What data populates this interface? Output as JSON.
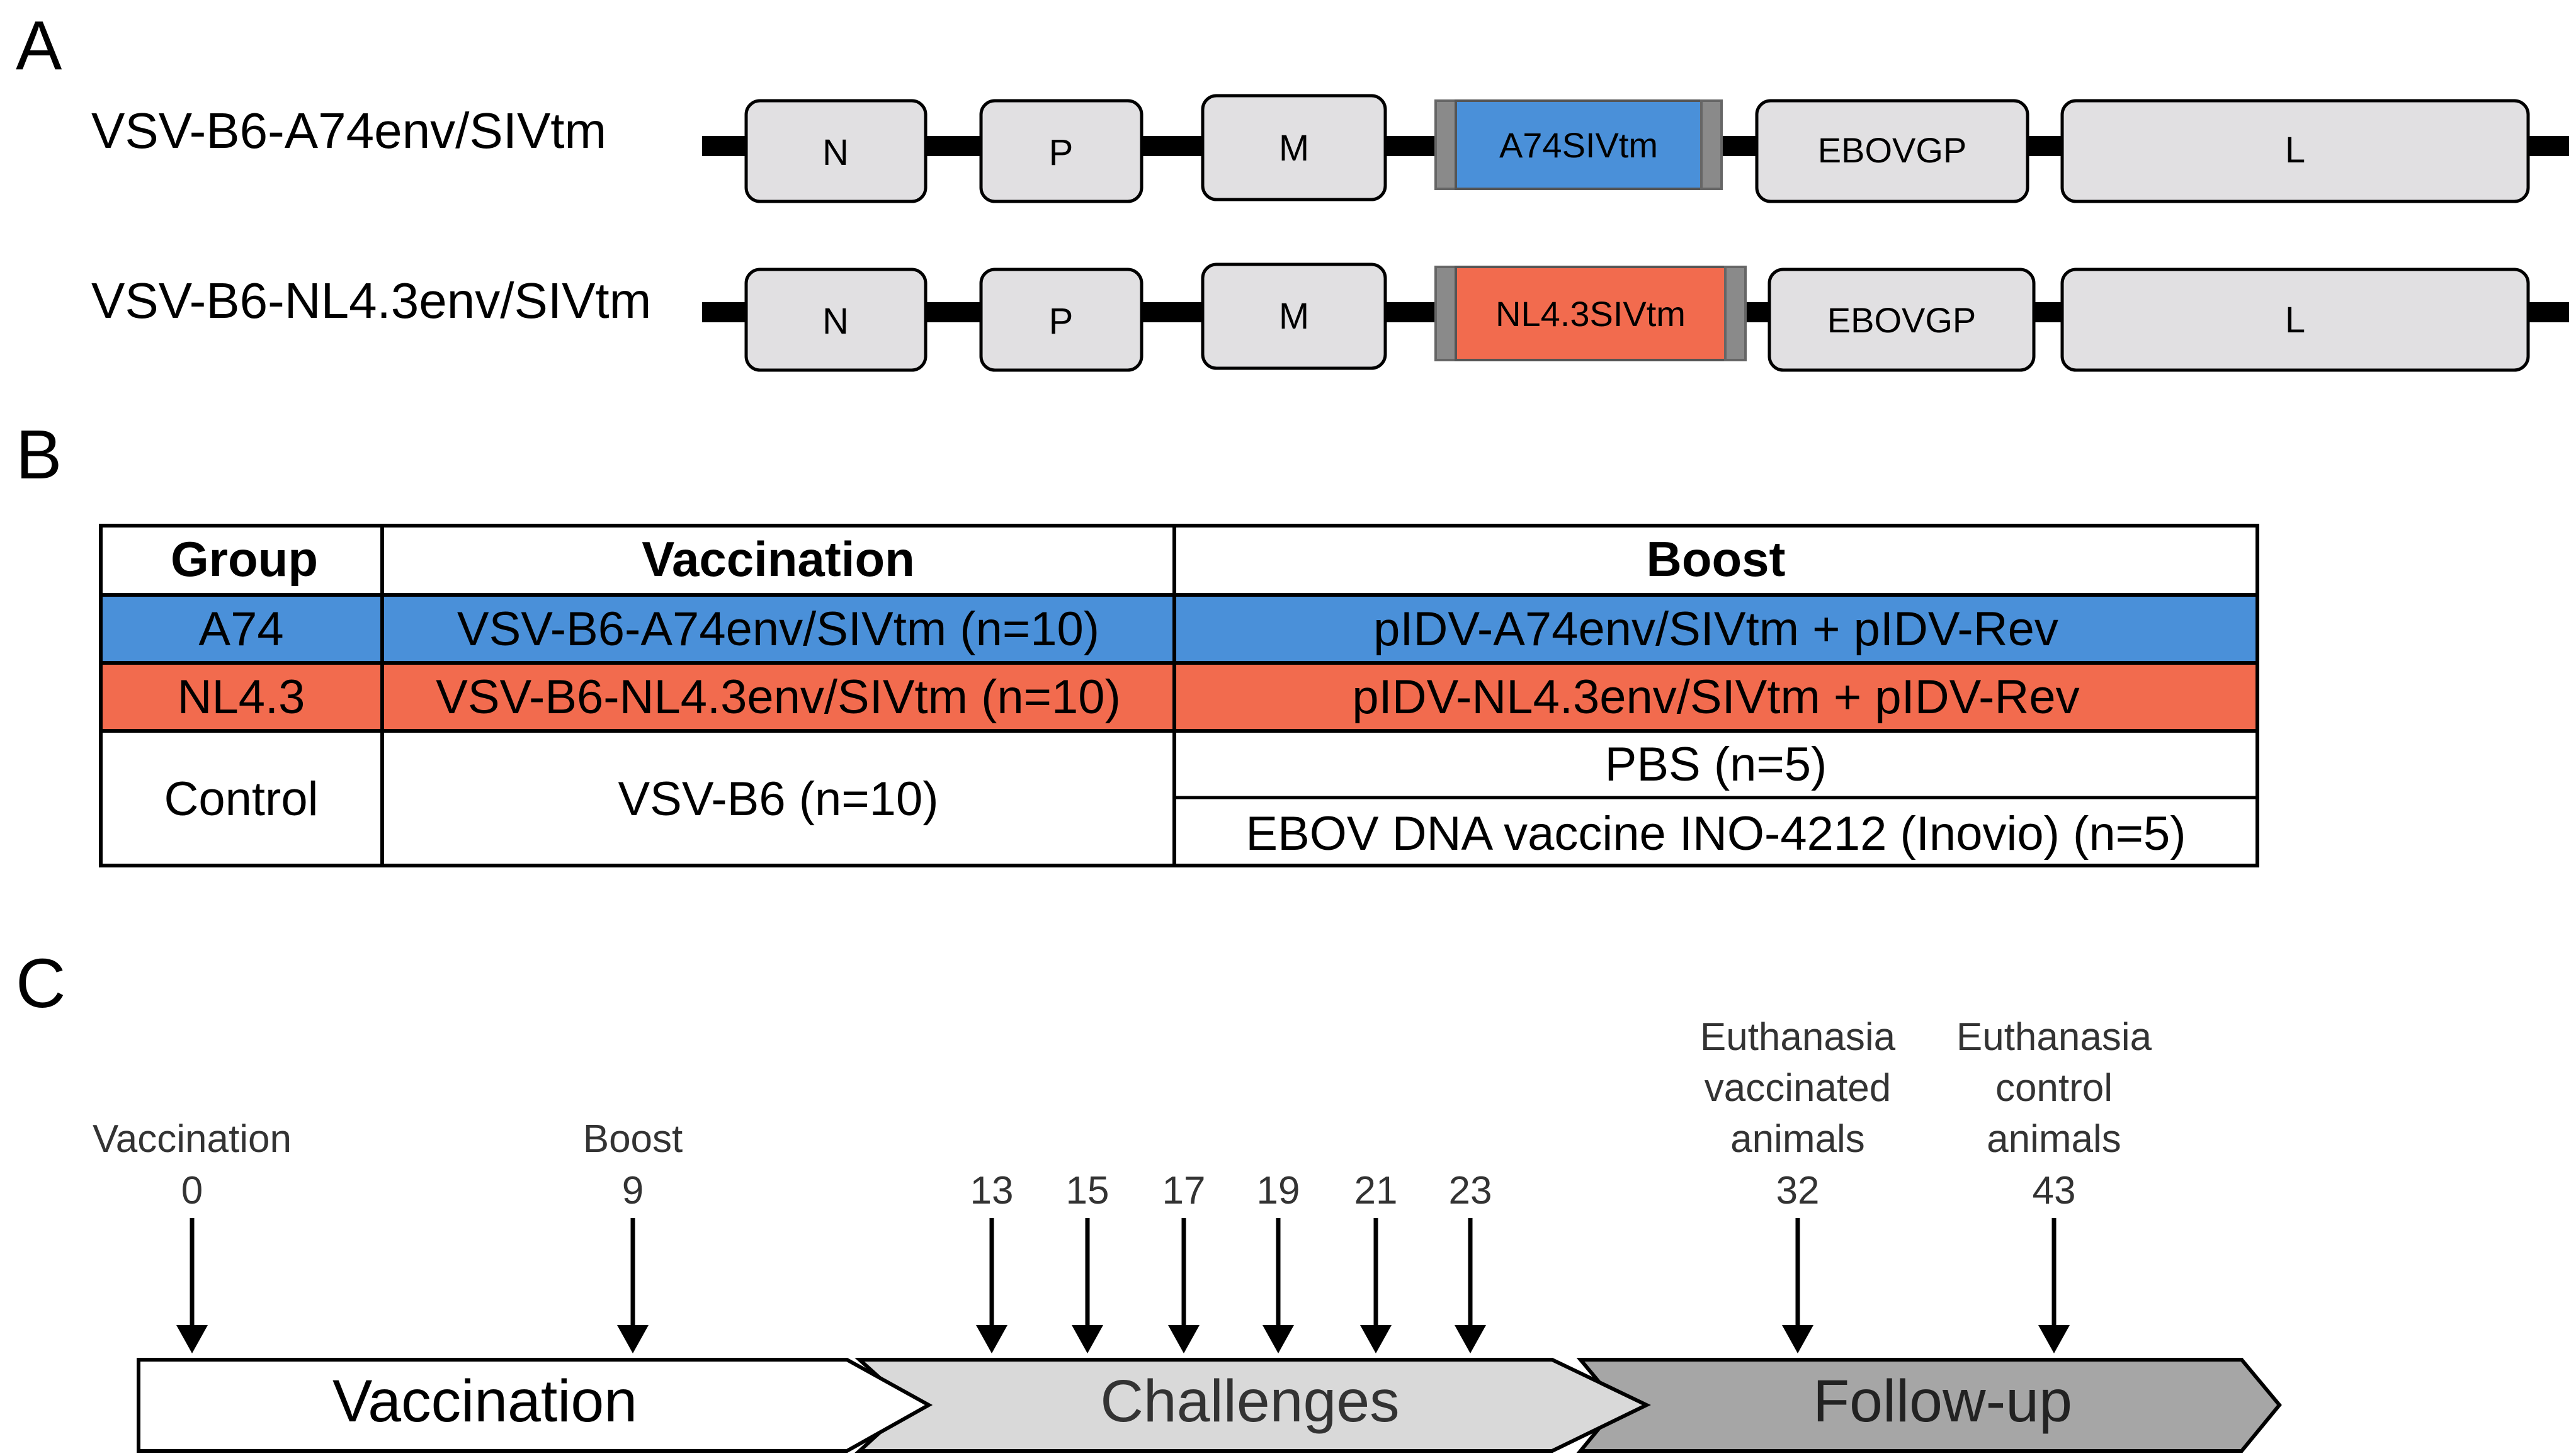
{
  "panel_a": {
    "label": "A",
    "constructs": [
      {
        "name": "VSV-B6-A74env/SIVtm",
        "genes": [
          "N",
          "P",
          "M",
          "A74SIVtm",
          "EBOVGP",
          "L"
        ]
      },
      {
        "name": "VSV-B6-NL4.3env/SIVtm",
        "genes": [
          "N",
          "P",
          "M",
          "NL4.3SIVtm",
          "EBOVGP",
          "L"
        ]
      }
    ],
    "colors": {
      "gene_fill": "#e1e0e2",
      "a74_insert": "#4a90d9",
      "nl43_insert": "#f26b4e",
      "insert_cap": "#8a8a8a",
      "backbone": "#000000"
    }
  },
  "panel_b": {
    "label": "B",
    "headers": [
      "Group",
      "Vaccination",
      "Boost"
    ],
    "rows": [
      {
        "group": "A74",
        "vaccination": "VSV-B6-A74env/SIVtm (n=10)",
        "boost": [
          "pIDV-A74env/SIVtm + pIDV-Rev"
        ],
        "color": "#4a90d9"
      },
      {
        "group": "NL4.3",
        "vaccination": "VSV-B6-NL4.3env/SIVtm (n=10)",
        "boost": [
          "pIDV-NL4.3env/SIVtm + pIDV-Rev"
        ],
        "color": "#f26b4e"
      },
      {
        "group": "Control",
        "vaccination": "VSV-B6 (n=10)",
        "boost": [
          "PBS (n=5)",
          "EBOV DNA vaccine INO-4212 (Inovio) (n=5)"
        ],
        "color": "#ffffff"
      }
    ]
  },
  "panel_c": {
    "label": "C",
    "events": [
      {
        "day": "0",
        "label": [
          "Vaccination"
        ]
      },
      {
        "day": "9",
        "label": [
          "Boost"
        ]
      },
      {
        "day": "13",
        "label": []
      },
      {
        "day": "15",
        "label": []
      },
      {
        "day": "17",
        "label": []
      },
      {
        "day": "19",
        "label": []
      },
      {
        "day": "21",
        "label": []
      },
      {
        "day": "23",
        "label": []
      },
      {
        "day": "32",
        "label": [
          "Euthanasia",
          "vaccinated",
          "animals"
        ]
      },
      {
        "day": "43",
        "label": [
          "Euthanasia",
          "control",
          "animals"
        ]
      }
    ],
    "phases": [
      {
        "name": "Vaccination",
        "color": "#ffffff"
      },
      {
        "name": "Challenges",
        "color": "#d9d9d9"
      },
      {
        "name": "Follow-up",
        "color": "#a6a6a6"
      }
    ]
  }
}
